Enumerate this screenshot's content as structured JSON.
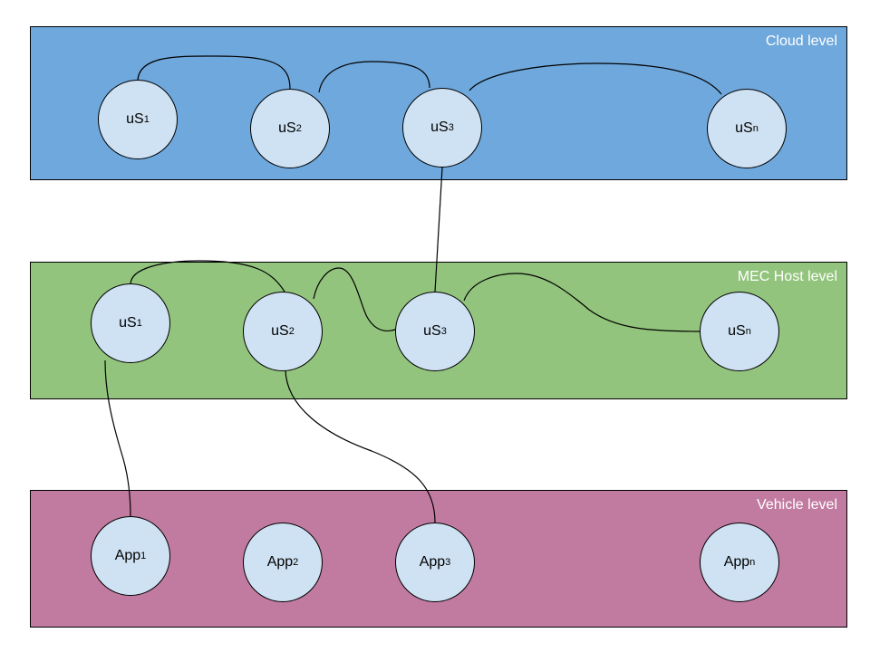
{
  "layers": {
    "cloud": {
      "label": "Cloud level",
      "nodes": [
        {
          "base": "uS",
          "sub": "1"
        },
        {
          "base": "uS",
          "sub": "2"
        },
        {
          "base": "uS",
          "sub": "3"
        },
        {
          "base": "uS",
          "sub": "n"
        }
      ]
    },
    "mec": {
      "label": "MEC Host level",
      "nodes": [
        {
          "base": "uS",
          "sub": "1"
        },
        {
          "base": "uS",
          "sub": "2"
        },
        {
          "base": "uS",
          "sub": "3"
        },
        {
          "base": "uS",
          "sub": "n"
        }
      ]
    },
    "vehicle": {
      "label": "Vehicle level",
      "nodes": [
        {
          "base": "App",
          "sub": "1"
        },
        {
          "base": "App",
          "sub": "2"
        },
        {
          "base": "App",
          "sub": "3"
        },
        {
          "base": "App",
          "sub": "n"
        }
      ]
    }
  },
  "colors": {
    "cloud_fill": "#6fa8dc",
    "mec_fill": "#93c47d",
    "vehicle_fill": "#c27ba0",
    "node_fill": "#cfe2f3"
  }
}
